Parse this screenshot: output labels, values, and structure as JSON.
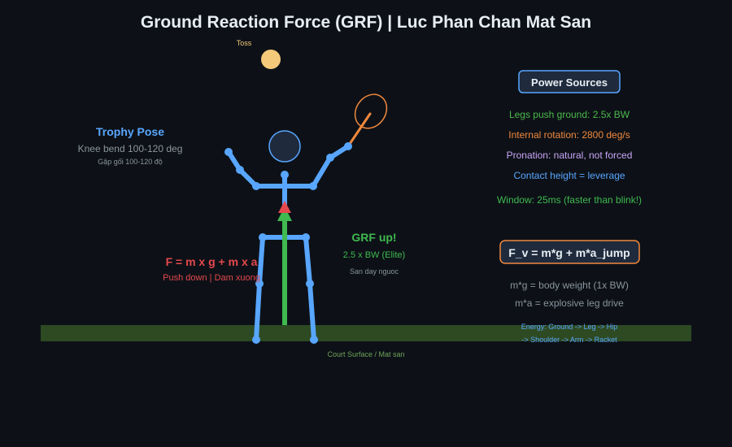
{
  "title": "Ground Reaction Force (GRF) | Luc Phan Chan Mat San",
  "toss_label": "Toss",
  "trophy": {
    "heading": "Trophy Pose",
    "line1": "Knee bend 100-120 deg",
    "line2": "Gập gối 100-120 độ"
  },
  "force_eq": {
    "formula": "F = m x g + m x a",
    "caption": "Push down | Dam xuong"
  },
  "grf": {
    "heading": "GRF up!",
    "value": "2.5 x BW (Elite)",
    "caption": "San day nguoc"
  },
  "court_label": "Court Surface / Mat san",
  "power_sources": {
    "heading": "Power Sources",
    "items": [
      {
        "text": "Legs push ground: 2.5x BW",
        "color": "#4cb84c"
      },
      {
        "text": "Internal rotation: 2800 deg/s",
        "color": "#f0883e"
      },
      {
        "text": "Pronation: natural, not forced",
        "color": "#c9a4f5"
      },
      {
        "text": "Contact height = leverage",
        "color": "#58a6ff"
      }
    ],
    "window": "Window: 25ms (faster than blink!)"
  },
  "fv": {
    "formula": "F_v = m*g + m*a_jump",
    "line1": "m*g = body weight (1x BW)",
    "line2": "m*a = explosive leg drive",
    "energy1": "Energy: Ground -> Leg -> Hip",
    "energy2": "-> Shoulder -> Arm -> Racket"
  },
  "colors": {
    "background": "#0d1117",
    "body": "#58a6ff",
    "ball": "#f5c97a",
    "racket": "#f0883e",
    "grf_arrow": "#3fb950",
    "down_arrow": "#e5484d",
    "ground": "#2d4a22"
  }
}
